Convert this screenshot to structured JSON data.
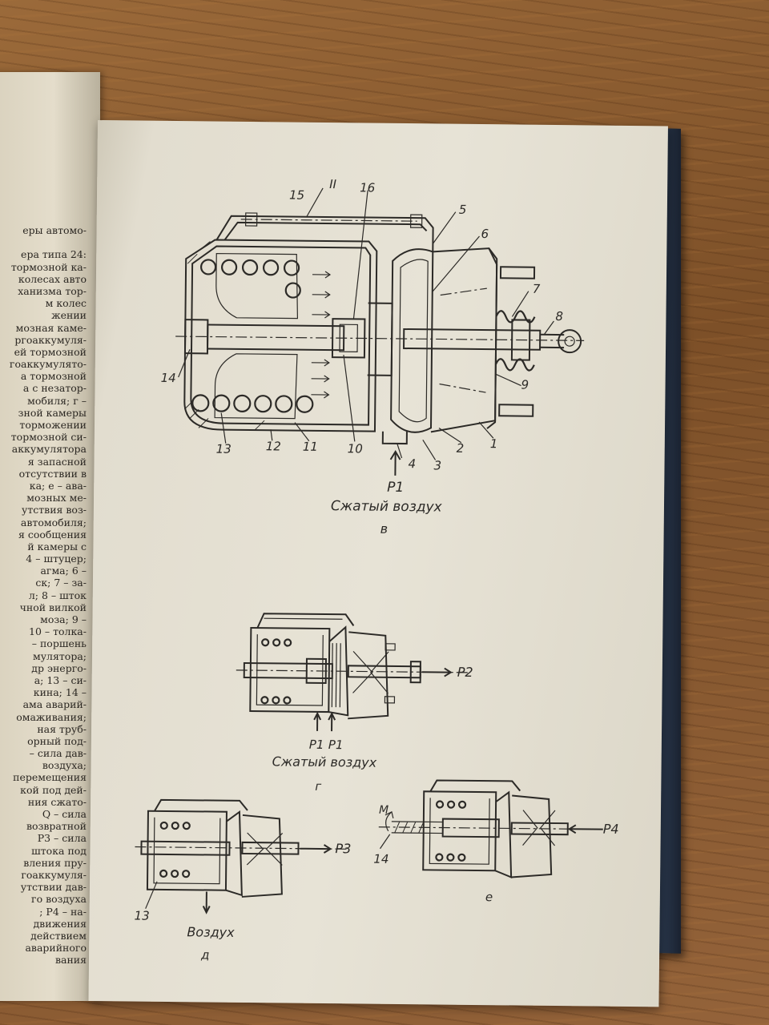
{
  "left_page_lines": [
    "еры автомо-",
    "",
    "ера типа 24:",
    "тормозной ка-",
    "колесах авто",
    "ханизма тор-",
    "м колес",
    "жении",
    "мозная каме-",
    "ргоаккумуля-",
    "ей тормозной",
    "гоаккумулято-",
    "а тормозной",
    "а с незатор-",
    "мобиля; г –",
    "зной камеры",
    "торможении",
    "тормозной си-",
    "аккумулятора",
    "я запасной",
    "отсутствии в",
    "ка; е – ава-",
    "мозных ме-",
    "утствия воз-",
    "автомобиля;",
    "я сообщения",
    "й камеры с",
    "4 – штуцер;",
    "агма; 6 –",
    "ск; 7 – за-",
    "л; 8 – шток",
    "чной вилкой",
    "моза; 9 –",
    "10 – толка-",
    "– поршень",
    "мулятора;",
    "др энерго-",
    "а; 13 – си-",
    "кина; 14 –",
    "ама аварий-",
    "омаживания;",
    "ная труб-",
    "орный под-",
    "– сила дав-",
    "воздуха;",
    "перемещения",
    "кой под дей-",
    "ния сжато-",
    "Q – сила",
    "возвратной",
    "P3 – сила",
    "штока под",
    "вления пру-",
    "гоаккумуля-",
    "утствии дав-",
    "го воздуха",
    "; P4 – на-",
    "движения",
    "действием",
    "аварийного",
    "вания"
  ],
  "header_mark": "II",
  "figure_v": {
    "part_numbers": [
      "1",
      "2",
      "3",
      "4",
      "5",
      "6",
      "7",
      "8",
      "9",
      "10",
      "11",
      "12",
      "13",
      "14",
      "15",
      "16"
    ],
    "pressure_label": "P1",
    "air_label": "Сжатый воздух",
    "sub_label": "в"
  },
  "figure_g": {
    "pressure_out": "P2",
    "pressure_in_a": "P1",
    "pressure_in_b": "P1",
    "air_label": "Сжатый воздух",
    "sub_label": "г"
  },
  "figure_d": {
    "pressure_out": "P3",
    "part": "13",
    "air_label": "Воздух",
    "sub_label": "д"
  },
  "figure_e": {
    "pressure_in": "P4",
    "moment": "M",
    "part": "14",
    "sub_label": "е"
  },
  "colors": {
    "ink": "#2c2a27",
    "paper": "#e4e0d2",
    "cover": "#2d3c52"
  }
}
